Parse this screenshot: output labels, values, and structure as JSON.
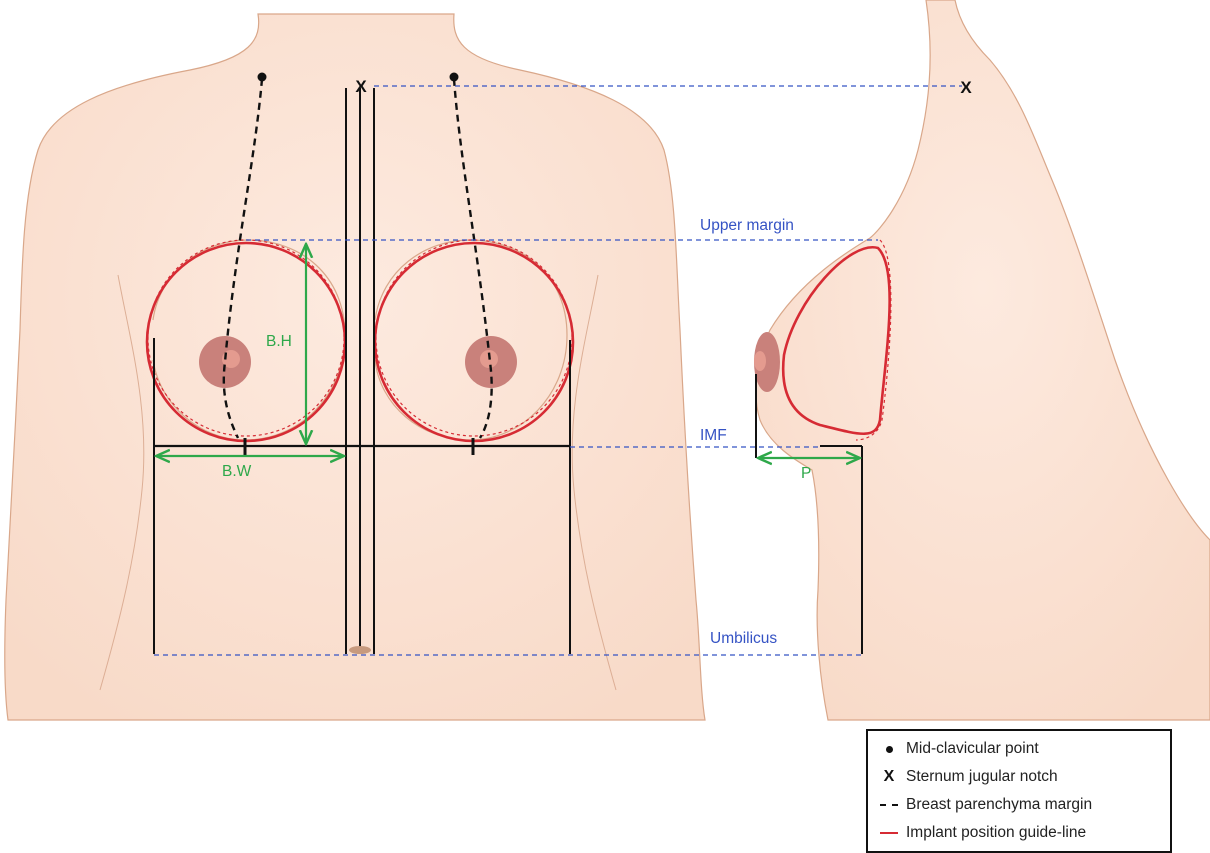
{
  "labels": {
    "upper_margin": "Upper margin",
    "imf": "IMF",
    "umbilicus": "Umbilicus",
    "breast_height": "B.H",
    "breast_width": "B.W",
    "projection": "P",
    "notch_marker": "X"
  },
  "legend": {
    "items": [
      {
        "icon": "dot-icon",
        "label": "Mid-clavicular point"
      },
      {
        "icon": "x-mark-icon",
        "label": "Sternum jugular notch"
      },
      {
        "icon": "dashed-line-icon",
        "label": "Breast parenchyma margin"
      },
      {
        "icon": "red-line-icon",
        "label": "Implant position guide-line"
      }
    ]
  },
  "colors": {
    "skin": "#fbe3d6",
    "skin_outline": "#d9a78a",
    "areola": "#c9817b",
    "nipple": "#e49b8f",
    "guide_blue": "#3553c4",
    "guide_green": "#2ea84a",
    "implant_red": "#d62b34",
    "ink": "#111111"
  }
}
